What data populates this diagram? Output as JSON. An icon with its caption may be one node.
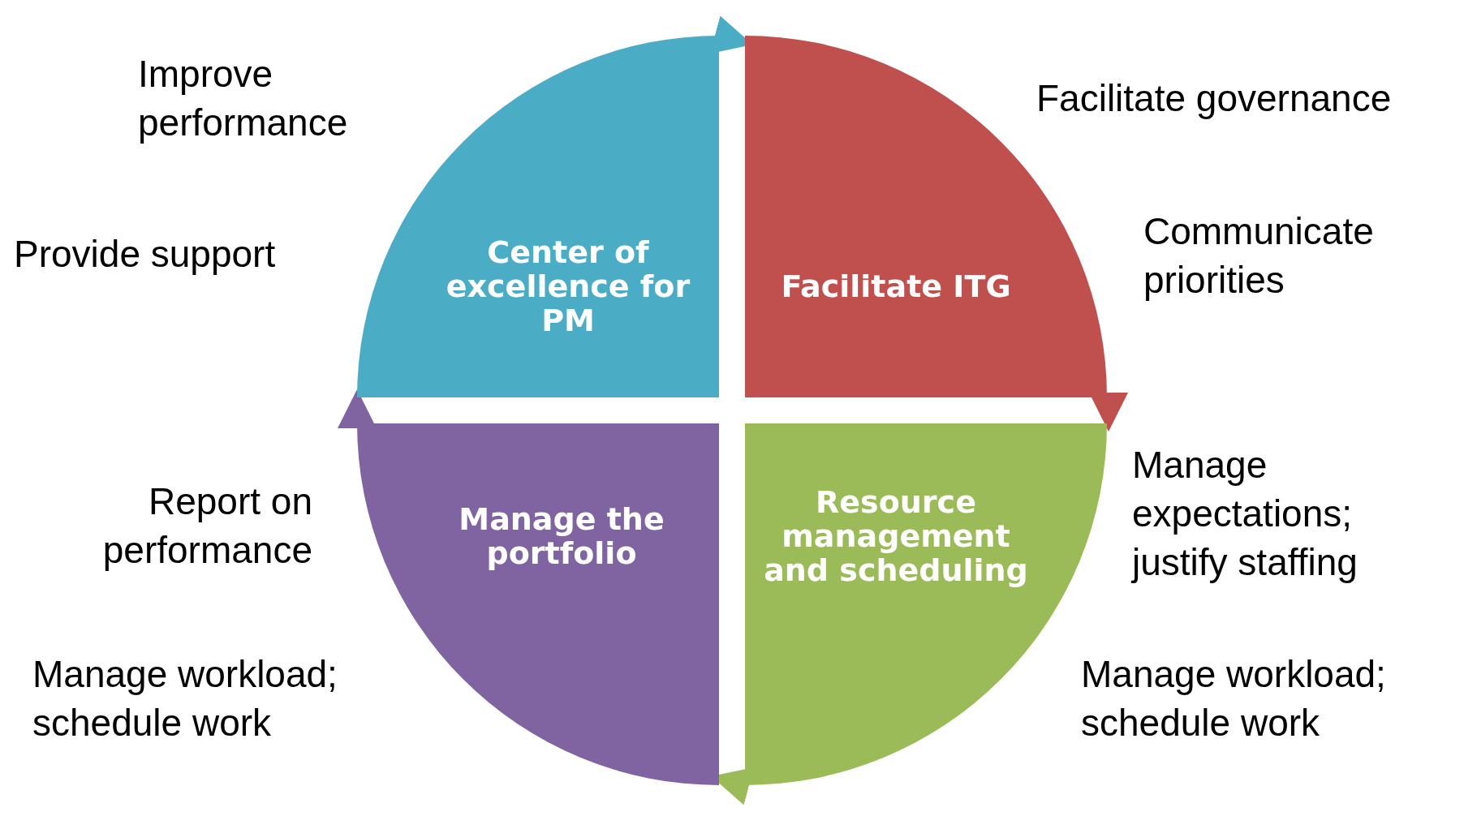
{
  "diagram": {
    "nodes": [
      {
        "text": [
          "Center of excellence for PM"
        ],
        "beside": [
          "Improve performance",
          "Provide support"
        ]
      },
      {
        "text": [
          "Facilitate ITG"
        ],
        "beside": [
          "Facilitate governance",
          "Communicate priorities"
        ]
      },
      {
        "text": [
          "Resource management and scheduling"
        ],
        "beside": [
          "Manage expectations; justify staffing",
          "Manage workload; schedule work"
        ]
      },
      {
        "text": [
          "Manage the portfolio"
        ],
        "beside": [
          "Report on performance",
          "Manage workload; schedule work"
        ]
      }
    ],
    "edges": [
      {
        "from": 0,
        "to": 1,
        "arrow": "to",
        "color": "#4bacc6"
      },
      {
        "from": 1,
        "to": 2,
        "arrow": "to",
        "color": "#c0504d"
      },
      {
        "from": 2,
        "to": 3,
        "arrow": "to",
        "color": "#9bbb59"
      },
      {
        "from": 3,
        "to": 0,
        "arrow": "to",
        "color": "#8064a2"
      }
    ]
  }
}
